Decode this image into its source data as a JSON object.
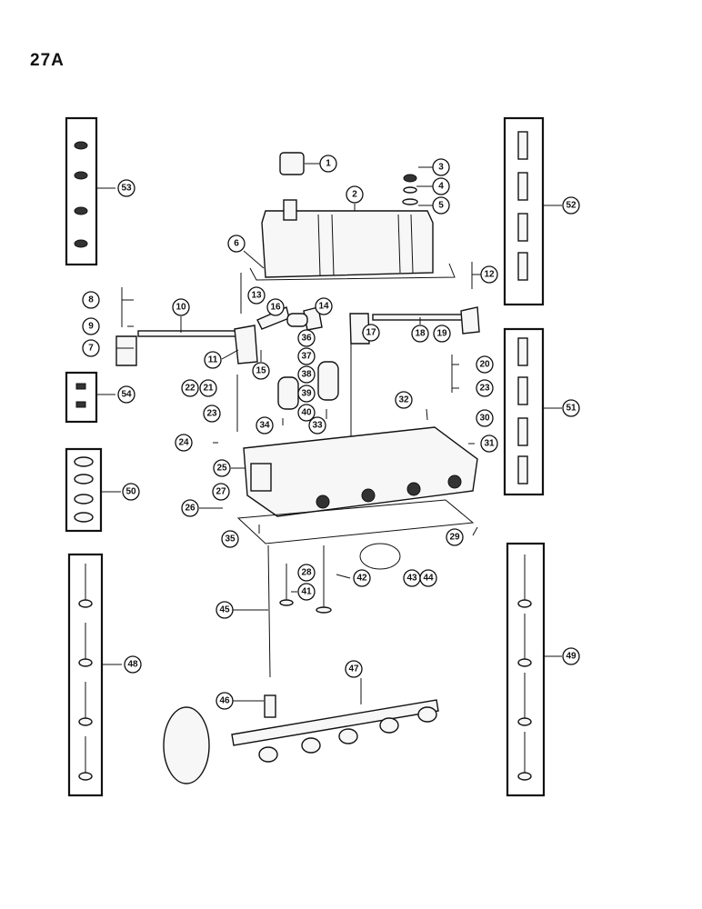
{
  "page": {
    "title": "27A"
  },
  "callouts": [
    "1",
    "2",
    "3",
    "4",
    "5",
    "6",
    "7",
    "8",
    "9",
    "10",
    "11",
    "12",
    "13",
    "14",
    "15",
    "16",
    "17",
    "18",
    "19",
    "20",
    "21",
    "22",
    "23",
    "23",
    "24",
    "25",
    "26",
    "27",
    "28",
    "29",
    "30",
    "31",
    "32",
    "33",
    "34",
    "35",
    "36",
    "37",
    "38",
    "39",
    "40",
    "41",
    "42",
    "43",
    "44",
    "45",
    "46",
    "47",
    "48",
    "49",
    "50",
    "51",
    "52",
    "53",
    "54"
  ]
}
